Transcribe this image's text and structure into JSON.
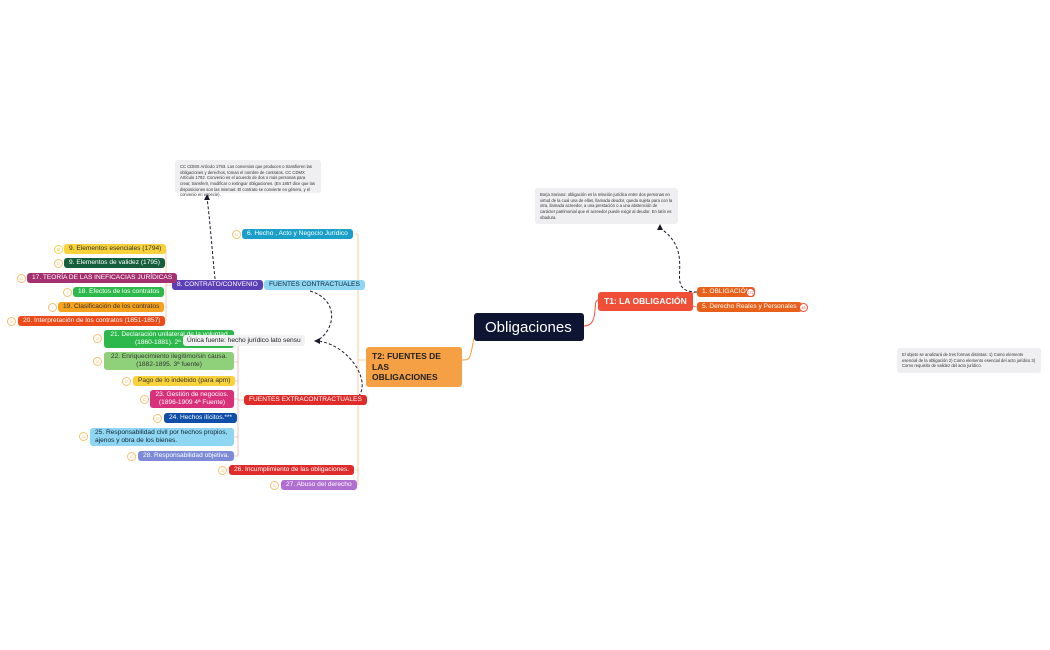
{
  "colors": {
    "root": "#0d1533",
    "t1": "#f04e37",
    "t2": "#f5a044",
    "orange_dark": "#e8611a",
    "teal": "#1aa0c8",
    "purple_dark": "#5b3fb6",
    "yellow": "#f8d23a",
    "green_dark": "#145e3c",
    "magenta": "#a4306f",
    "green": "#2cb84b",
    "orange": "#f6a21e",
    "red_orange": "#ec4a18",
    "green_light": "#8fd17a",
    "pink": "#d8317a",
    "blue_dark": "#0f4fa8",
    "sky": "#8fd6f3",
    "periwinkle": "#7d8bd6",
    "red": "#e02b2b",
    "lilac": "#b16ed1"
  },
  "root": {
    "label": "Obligaciones"
  },
  "t1": {
    "label": "T1: LA OBLIGACIÓN",
    "children": [
      {
        "label": "1. OBLIGACIÓN",
        "badge": "172"
      },
      {
        "label": "5. Derecho Reales y Personales",
        "badge": "48"
      }
    ],
    "note": "Borja Soriano: obligación es la relación jurídica entre dos personas en virtud de la cual una de ellas, llamada deudor, queda sujeta para con la otra, llamada acreedor, a una prestación o a una abstención de carácter patrimonial que el acreedor puede exigir al deudor. En latín es obadura."
  },
  "t2": {
    "label": "T2: FUENTES DE LAS OBLIGACIONES",
    "hecho": {
      "label": "6. Hecho , Acto y Negocio Jurídico",
      "badge": "22"
    },
    "fuentes_contractuales": {
      "label": "FUENTES CONTRACTUALES"
    },
    "contrato": {
      "label": "8. CONTRATO/CONVENIO",
      "note": "CC CDMX Artículo 1793. Los convenios que producen o transfieren las obligaciones y derechos, toman el nombre de contratos. CC CDMX Artículo 1792. Convenio es el acuerdo de dos o más personas para crear, transferir, modificar o extinguir obligaciones. (En 1857 dice que las disposiciones son las mismas: El contrato se convierte en género, y el convenio en especie).",
      "children": [
        {
          "label": "9. Elementos esenciales (1794)",
          "badge": "32"
        },
        {
          "label": "9. Elementos de validez (1795)",
          "badge": "15"
        },
        {
          "label": "17. TEORÍA DE LAS INEFICACIAS JURÍDICAS",
          "badge": "82"
        },
        {
          "label": "18. Efectos de los contratos",
          "badge": "9"
        },
        {
          "label": "19. Clasificación de los contratos",
          "badge": "7"
        },
        {
          "label": "20. Interpretación de los contratos (1851-1857)",
          "badge": "29"
        }
      ]
    },
    "unica_fuente": {
      "label": "Única fuente: hecho jurídico lato sensu"
    },
    "fuentes_extracontractuales": {
      "label": "FUENTES EXTRACONTRACTUALES"
    },
    "extra_children": [
      {
        "label": "21. Declaración unilateral de la voluntad (1860-1881). 2ª Fuente",
        "badge": "18"
      },
      {
        "label": "22. Enriquecimiento ilegítimo/sin causa. (1882-1895. 3ª fuente)",
        "badge": "28"
      },
      {
        "label": "Pago de lo indebido (para apm)",
        "badge": "13"
      },
      {
        "label": "23. Gestión de negocios. (1896-1909 4ª Fuente)",
        "badge": "32"
      },
      {
        "label": "24. Hechos ilícitos.***",
        "badge": "25"
      },
      {
        "label": "25. Responsabilidad civil por hechos propios, ajenos y obra de los bienes.",
        "badge": "26"
      },
      {
        "label": "28. Responsabilidad objetiva.",
        "badge": "10"
      }
    ],
    "incumplimiento": {
      "label": "26. Incumplimiento de las obligaciones.",
      "badge": "36"
    },
    "abuso": {
      "label": "27. Abuso del derecho",
      "badge": "20"
    }
  },
  "floating_note": "El objeto se analizará de tres formas distintas: 1) Como elemento esencial de la obligación 2) Como elemento esencial del acto jurídico 3) Como requisito de validez del acto jurídico."
}
